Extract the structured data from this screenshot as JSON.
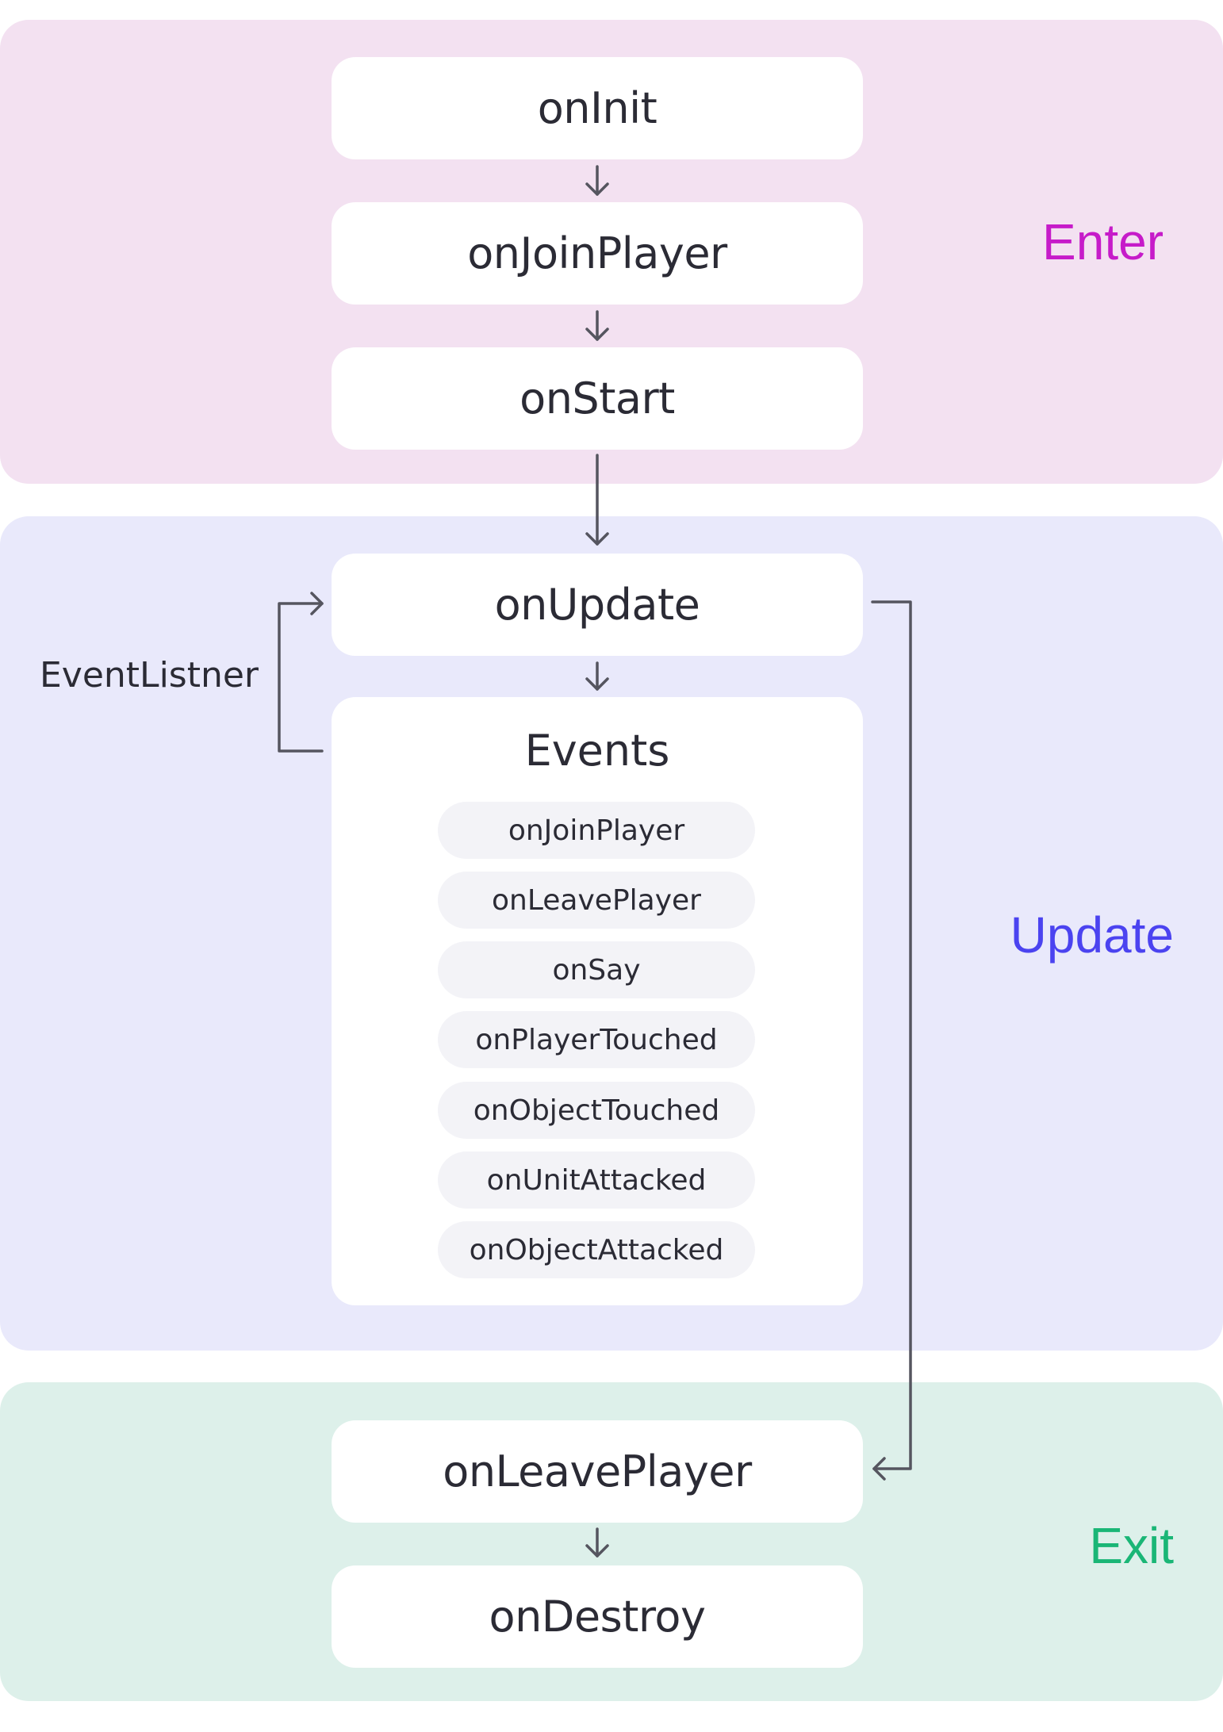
{
  "zones": {
    "enter": {
      "label": "Enter",
      "color": "#c61bc9"
    },
    "update": {
      "label": "Update",
      "color": "#4b43f0"
    },
    "exit": {
      "label": "Exit",
      "color": "#1ab676"
    }
  },
  "enter_steps": [
    "onInit",
    "onJoinPlayer",
    "onStart"
  ],
  "update_step": "onUpdate",
  "event_listener_label": "EventListner",
  "events": {
    "title": "Events",
    "items": [
      "onJoinPlayer",
      "onLeavePlayer",
      "onSay",
      "onPlayerTouched",
      "onObjectTouched",
      "onUnitAttacked",
      "onObjectAttacked"
    ]
  },
  "exit_steps": [
    "onLeavePlayer",
    "onDestroy"
  ]
}
